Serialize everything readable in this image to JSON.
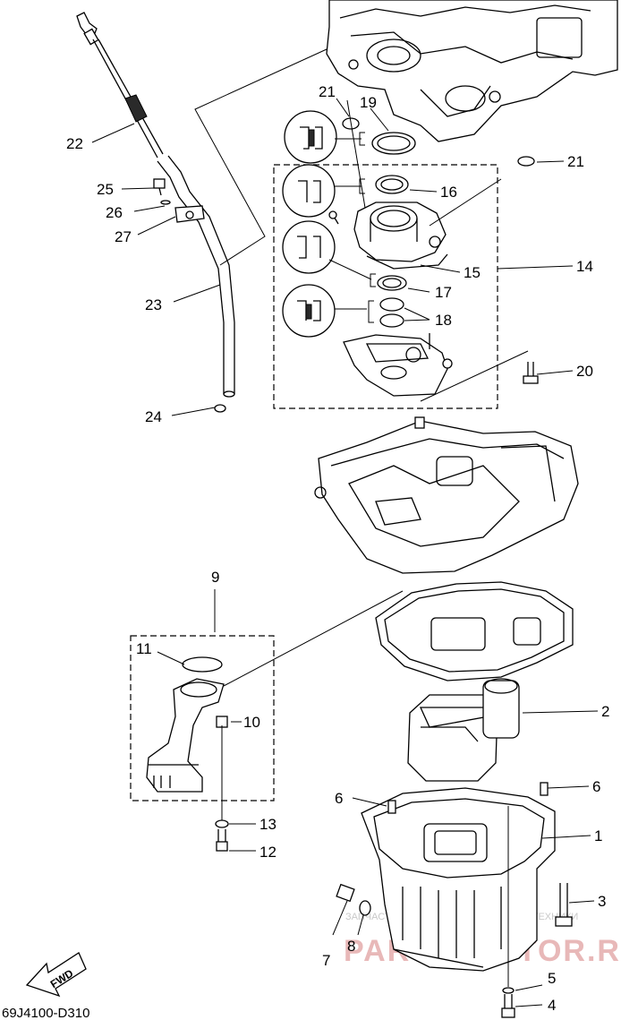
{
  "diagram": {
    "drawing_code": "69J4100-D310",
    "direction_marker": "FWD",
    "watermark_line1": "ЗАПЧАСТИ И АКСЕССУАРЫ ДЛЯ МОТОТЕХНИКИ",
    "watermark_line2": "PARTS-MOTOR.RU",
    "callouts": {
      "c1": "1",
      "c2": "2",
      "c3": "3",
      "c4": "4",
      "c5": "5",
      "c6a": "6",
      "c6b": "6",
      "c7": "7",
      "c8": "8",
      "c9": "9",
      "c10": "10",
      "c11": "11",
      "c12": "12",
      "c13": "13",
      "c14": "14",
      "c15": "15",
      "c16": "16",
      "c17": "17",
      "c18": "18",
      "c19": "19",
      "c20": "20",
      "c21a": "21",
      "c21b": "21",
      "c22": "22",
      "c23": "23",
      "c24": "24",
      "c25": "25",
      "c26": "26",
      "c27": "27"
    }
  }
}
